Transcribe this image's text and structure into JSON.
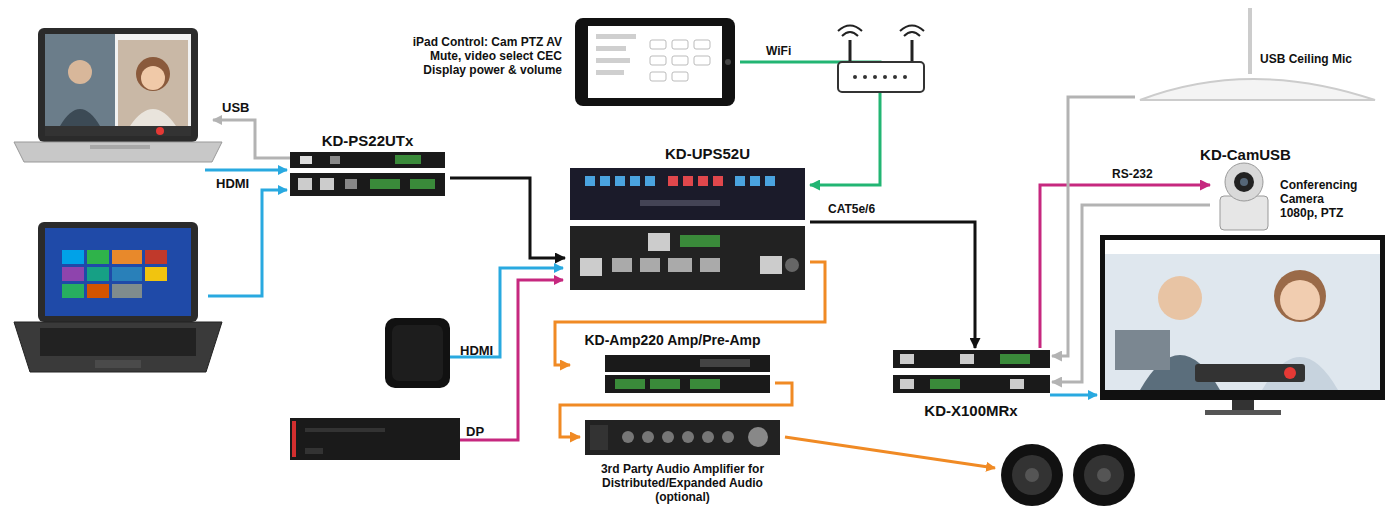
{
  "diagram": {
    "nodes": [
      {
        "text": [
          "iPad Control: Cam PTZ AV Mute, video select CEC Display power & volume"
        ]
      },
      {
        "text": [
          "KD-PS22UTx"
        ]
      },
      {
        "text": [
          "KD-UPS52U"
        ]
      },
      {
        "text": [
          "USB Ceiling Mic"
        ]
      },
      {
        "text": [
          "KD-CamUSB",
          "Conferencing Camera 1080p, PTZ"
        ]
      },
      {
        "text": [
          "KD-Amp220 Amp/Pre-Amp"
        ]
      },
      {
        "text": [
          "KD-X100MRx"
        ]
      },
      {
        "text": [
          "3rd Party Audio Amplifier for Distributed/Expanded Audio (optional)"
        ]
      }
    ],
    "edges": [
      {
        "from": 0,
        "to": 2,
        "label": "WiFi",
        "arrow": "to"
      },
      {
        "from": 1,
        "to": 2,
        "arrow": "to"
      },
      {
        "from": 2,
        "to": 6,
        "label": "CAT5e/6",
        "arrow": "to"
      },
      {
        "from": 2,
        "to": 5,
        "arrow": "to"
      },
      {
        "from": 5,
        "to": 7,
        "arrow": "to"
      },
      {
        "from": 6,
        "to": 4,
        "label": "RS-232",
        "arrow": "to"
      },
      {
        "from": 3,
        "to": 6,
        "arrow": "to"
      },
      {
        "from": 4,
        "to": 6,
        "arrow": "to"
      }
    ],
    "labels": [
      "USB",
      "HDMI",
      "HDMI",
      "DP"
    ]
  }
}
